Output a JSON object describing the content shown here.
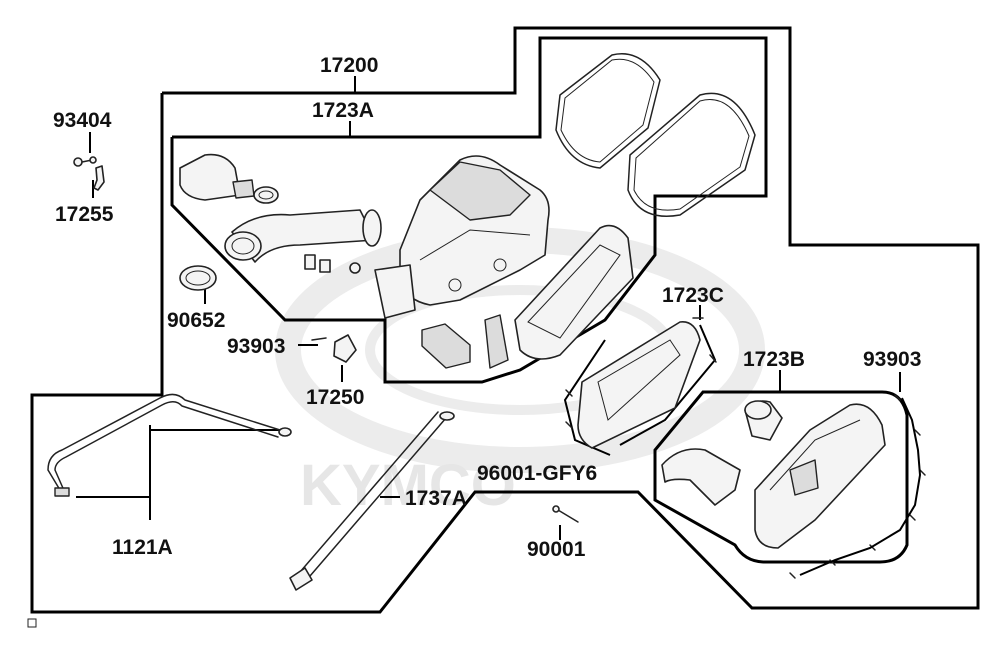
{
  "watermark": {
    "brand": "KYMCO"
  },
  "labels": {
    "assembly": "17200",
    "case": "1723A",
    "element": "1723C",
    "cover": "1723B",
    "screw_top": "93404",
    "bracket": "17255",
    "clamp": "90652",
    "screw_left": "93903",
    "breather_clamp": "17250",
    "drain_hose": "1121A",
    "tube": "1737A",
    "bolt_set": "96001-GFY6",
    "bolt": "90001",
    "screw_right": "93903"
  }
}
